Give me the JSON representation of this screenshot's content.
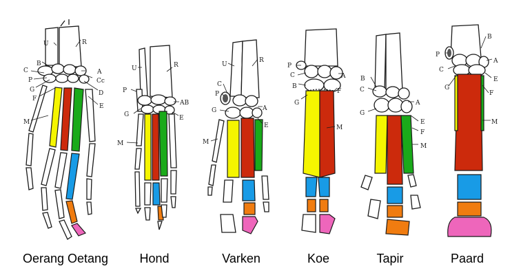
{
  "colors": {
    "yellow": "#f5f500",
    "red": "#cc2a0c",
    "green": "#1aaa1a",
    "blue": "#189be6",
    "orange": "#f07c10",
    "pink": "#ee66bb",
    "outline": "#1a1a1a",
    "bone": "#ffffff"
  },
  "species": [
    {
      "id": "oerang-oetang",
      "name": "Oerang Oetang",
      "labels": [
        "U",
        "R",
        "B",
        "A",
        "Cc",
        "C",
        "P",
        "G",
        "F",
        "D",
        "E",
        "M"
      ]
    },
    {
      "id": "hond",
      "name": "Hond",
      "labels": [
        "U",
        "R",
        "P",
        "AB",
        "G",
        "E",
        "M"
      ]
    },
    {
      "id": "varken",
      "name": "Varken",
      "labels": [
        "U",
        "R",
        "C",
        "P",
        "G",
        "A",
        "E",
        "M"
      ]
    },
    {
      "id": "koe",
      "name": "Koe",
      "labels": [
        "P",
        "C",
        "A",
        "B",
        "F",
        "G",
        "M"
      ]
    },
    {
      "id": "tapir",
      "name": "Tapir",
      "labels": [
        "B",
        "C",
        "A",
        "G",
        "E",
        "F",
        "M"
      ]
    },
    {
      "id": "paard",
      "name": "Paard",
      "labels": [
        "P",
        "B",
        "A",
        "C",
        "E",
        "G",
        "F",
        "M"
      ]
    }
  ]
}
